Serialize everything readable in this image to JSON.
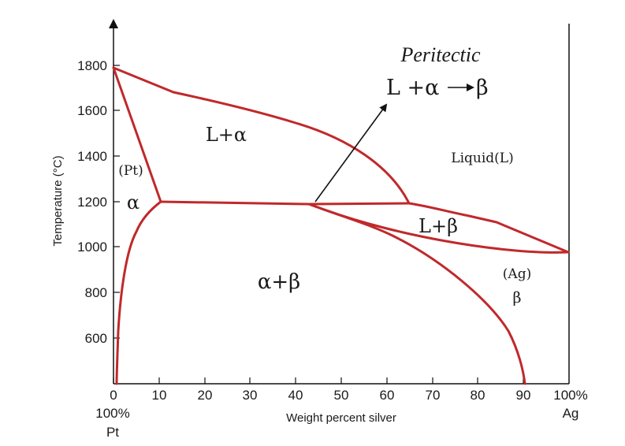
{
  "xaxis": {
    "label": "Weight percent silver",
    "ticks": [
      "0",
      "10",
      "20",
      "30",
      "40",
      "50",
      "60",
      "70",
      "80",
      "90",
      "100%"
    ],
    "left_end": [
      "100%",
      "Pt"
    ],
    "right_end": "Ag"
  },
  "yaxis": {
    "label": "Temperature (°C)",
    "ticks": [
      "600",
      "800",
      "1000",
      "1200",
      "1400",
      "1600",
      "1800"
    ]
  },
  "regions": {
    "l_alpha": "L+α",
    "liquid": "Liquid(L)",
    "pt": "(Pt)",
    "alpha": "α",
    "l_beta": "L+β",
    "alpha_beta": "α+β",
    "ag": "(Ag)",
    "beta": "β"
  },
  "annotation": {
    "title": "Peritectic",
    "equation_left": "L +α",
    "equation_right": "β"
  },
  "colors": {
    "phase_boundary": "#c0292b",
    "axis": "#111111"
  }
}
